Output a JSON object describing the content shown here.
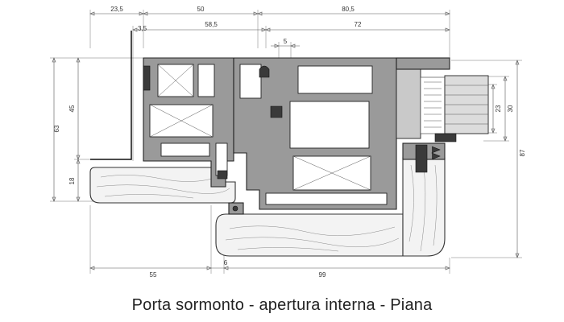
{
  "caption": "Porta sormonto - apertura interna - Piana",
  "dimensions": {
    "top_1": "23,5",
    "top_2": "50",
    "top_3": "80,5",
    "top_4": "58,5",
    "top_5": "72",
    "top_6": "5",
    "small_vertical": "3,5",
    "left_1": "63",
    "left_2": "45",
    "left_3": "18",
    "right_1": "87",
    "right_2": "30",
    "right_3": "23",
    "bottom_1": "55",
    "bottom_2": "6",
    "bottom_3": "99"
  }
}
